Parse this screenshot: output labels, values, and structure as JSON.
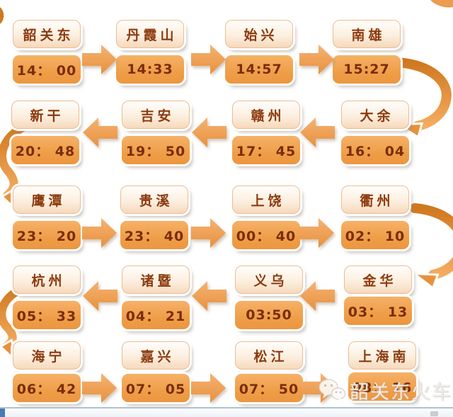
{
  "route": {
    "rows": [
      {
        "direction": "right",
        "stops": [
          {
            "name": "韶关东",
            "time": "14： 00"
          },
          {
            "name": "丹霞山",
            "time": "14:33"
          },
          {
            "name": "始兴",
            "time": "14:57"
          },
          {
            "name": "南雄",
            "time": "15:27"
          }
        ]
      },
      {
        "direction": "left",
        "stops": [
          {
            "name": "新干",
            "time": "20： 48"
          },
          {
            "name": "吉安",
            "time": "19： 50"
          },
          {
            "name": "赣州",
            "time": "17： 45"
          },
          {
            "name": "大余",
            "time": "16： 04"
          }
        ]
      },
      {
        "direction": "right",
        "stops": [
          {
            "name": "鹰潭",
            "time": "23： 20"
          },
          {
            "name": "贵溪",
            "time": "23： 40"
          },
          {
            "name": "上饶",
            "time": "00： 40"
          },
          {
            "name": "衢州",
            "time": "02： 10"
          }
        ]
      },
      {
        "direction": "left",
        "stops": [
          {
            "name": "杭州",
            "time": "05： 33"
          },
          {
            "name": "诸暨",
            "time": "04： 21"
          },
          {
            "name": "义乌",
            "time": "03:50"
          },
          {
            "name": "金华",
            "time": "03： 13"
          }
        ]
      },
      {
        "direction": "right",
        "stops": [
          {
            "name": "海宁",
            "time": "06： 42"
          },
          {
            "name": "嘉兴",
            "time": "07： 05"
          },
          {
            "name": "松江",
            "time": "07： 50"
          },
          {
            "name": "上海南",
            "time": "08： 16"
          }
        ]
      }
    ]
  },
  "watermark": {
    "text": "韶关东火车站",
    "icon": "wechat-icon"
  },
  "colors": {
    "arrow_light": "#F5B273",
    "arrow_dark": "#E8913C",
    "swoosh_dark": "#D07820",
    "swoosh_light": "#F4AC60",
    "time_box": "#F0A052",
    "name_text": "#8C3A0E",
    "time_text": "#7A2D0C"
  }
}
